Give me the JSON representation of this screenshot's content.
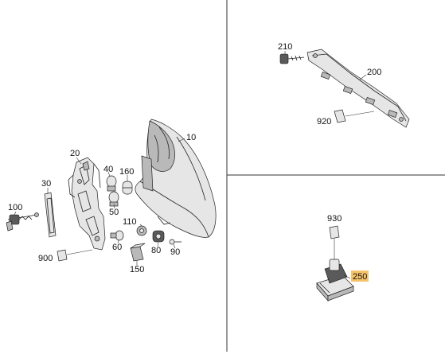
{
  "callouts": {
    "c10": "10",
    "c20": "20",
    "c30": "30",
    "c40": "40",
    "c50": "50",
    "c60": "60",
    "c80": "80",
    "c90": "90",
    "c100": "100",
    "c110": "110",
    "c150": "150",
    "c160": "160",
    "c200": "200",
    "c210": "210",
    "c250": "250",
    "c900": "900",
    "c920": "920",
    "c930": "930"
  },
  "colors": {
    "highlight": "#f5c36a",
    "line": "#222222",
    "background": "#ffffff"
  }
}
